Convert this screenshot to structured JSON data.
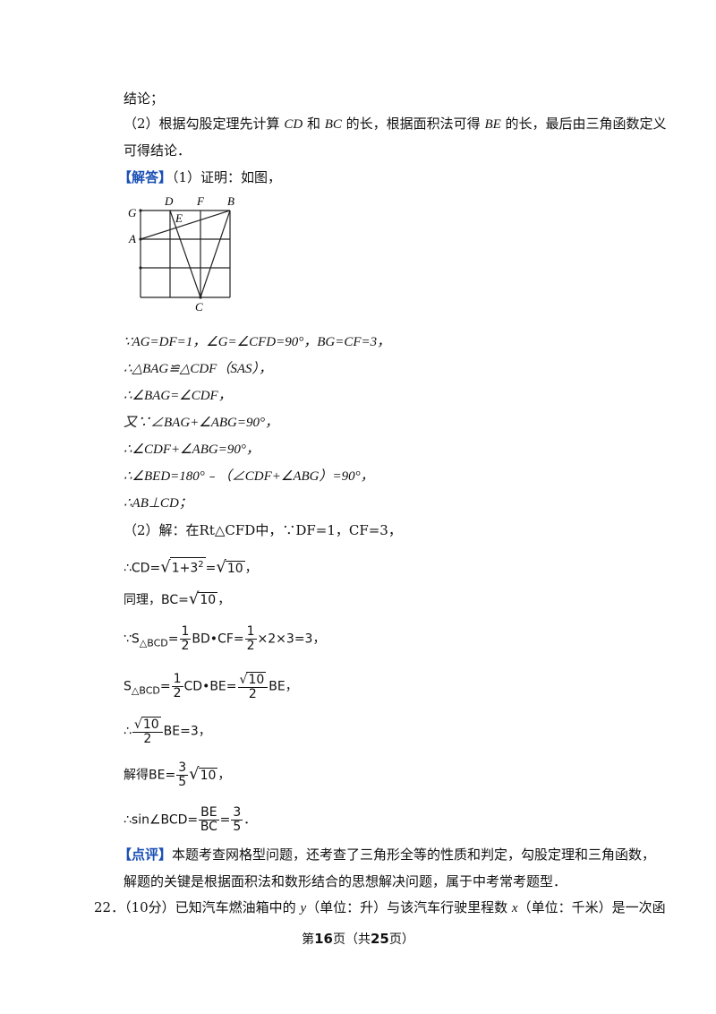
{
  "intro": {
    "line1": "结论；",
    "line2_a": "（2）根据勾股定理先计算 ",
    "line2_cd": "CD",
    "line2_b": " 和 ",
    "line2_bc": "BC",
    "line2_c": " 的长，根据面积法可得 ",
    "line2_be": "BE",
    "line2_d": " 的长，最后由三角函数定义",
    "line3": "可得结论．"
  },
  "answer": {
    "tag": "【解答】",
    "text": "（1）证明：如图，"
  },
  "figure": {
    "labels": [
      "G",
      "D",
      "F",
      "B",
      "E",
      "A",
      "C"
    ]
  },
  "proof": {
    "p1": "∵AG=DF=1，∠G=∠CFD=90°，BG=CF=3，",
    "p2": "∴△BAG≌△CDF（SAS），",
    "p3": "∴∠BAG=∠CDF，",
    "p4": "又∵∠BAG+∠ABG=90°，",
    "p5": "∴∠CDF+∠ABG=90°，",
    "p6": "∴∠BED=180°﹣（∠CDF+∠ABG）=90°，",
    "p7": "∴AB⊥CD；",
    "p8": "（2）解：在Rt△CFD中，∵DF=1，CF=3，"
  },
  "math": {
    "cd_pre": "∴CD=",
    "cd_rad": "1+3",
    "cd_sup": "2",
    "cd_eq": "=",
    "cd_val": "10",
    "cd_end": "，",
    "bc_pre": "同理，BC=",
    "bc_val": "10",
    "bc_end": "，",
    "s1_pre": "∵S",
    "s1_sub": "△BCD",
    "s1_eq": "=",
    "s1_fn": "1",
    "s1_fd": "2",
    "s1_mid": "BD•CF=",
    "s1_fn2": "1",
    "s1_fd2": "2",
    "s1_end": "×2×3=3，",
    "s2_pre": "S",
    "s2_sub": "△BCD",
    "s2_eq": "=",
    "s2_fn": "1",
    "s2_fd": "2",
    "s2_mid": "CD•BE=",
    "s2_rad": "10",
    "s2_fd2": "2",
    "s2_end": "BE，",
    "s3_pre": "∴",
    "s3_rad": "10",
    "s3_fd": "2",
    "s3_end": "BE=3，",
    "s4_pre": "解得BE=",
    "s4_fn": "3",
    "s4_fd": "5",
    "s4_rad": "10",
    "s4_end": "，",
    "s5_pre": "∴sin∠BCD=",
    "s5_fn": "BE",
    "s5_fd": "BC",
    "s5_eq": "=",
    "s5_fn2": "3",
    "s5_fd2": "5",
    "s5_end": "．"
  },
  "comment": {
    "tag": "【点评】",
    "line1": "本题考查网格型问题，还考查了三角形全等的性质和判定，勾股定理和三角函数，",
    "line2": "解题的关键是根据面积法和数形结合的思想解决问题，属于中考常考题型．"
  },
  "next_problem": {
    "num": "22．",
    "text_a": "（10分）已知汽车燃油箱中的 ",
    "y": "y",
    "text_b": "（单位：升）与该汽车行驶里程数 ",
    "x": "x",
    "text_c": "（单位：千米）是一次函"
  },
  "footer": {
    "a": "第",
    "page": "16",
    "b": "页（共",
    "total": "25",
    "c": "页）"
  }
}
